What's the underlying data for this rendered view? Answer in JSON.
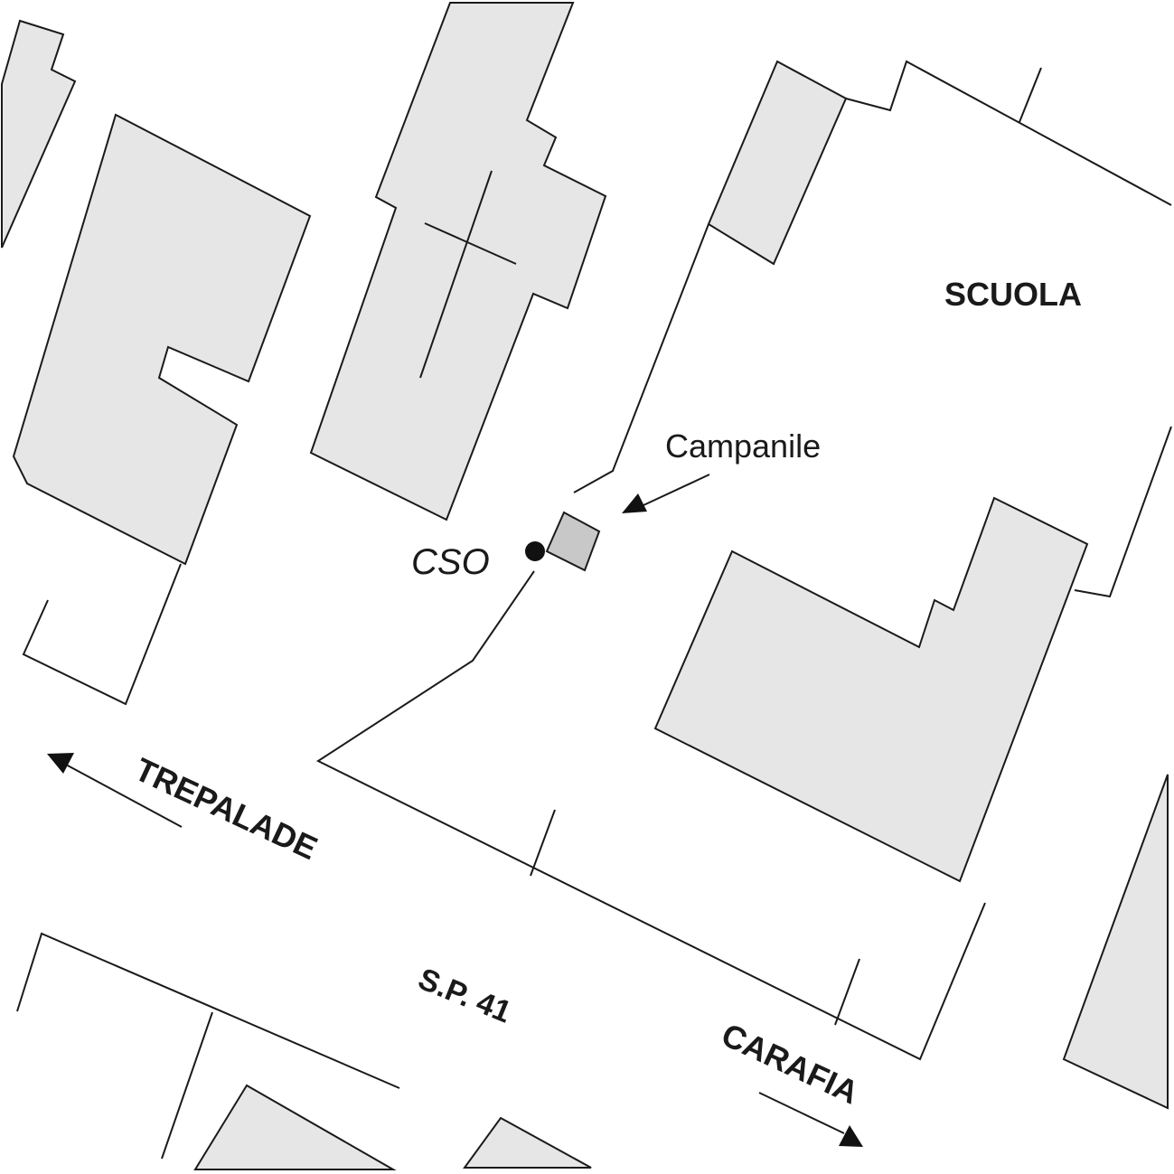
{
  "map": {
    "labels": {
      "school": "SCUOLA",
      "bell_tower": "Campanile",
      "station": "CSO",
      "road": "S.P. 41",
      "direction_west": "TREPALADE",
      "direction_east": "CARAFIA"
    },
    "colors": {
      "building_fill": "#e6e6e6",
      "bell_tower_fill": "#c8c8c8",
      "outline": "#1a1a1a",
      "background": "#ffffff"
    },
    "icons": {
      "station_marker": "filled-circle",
      "pointer": "arrow"
    }
  }
}
